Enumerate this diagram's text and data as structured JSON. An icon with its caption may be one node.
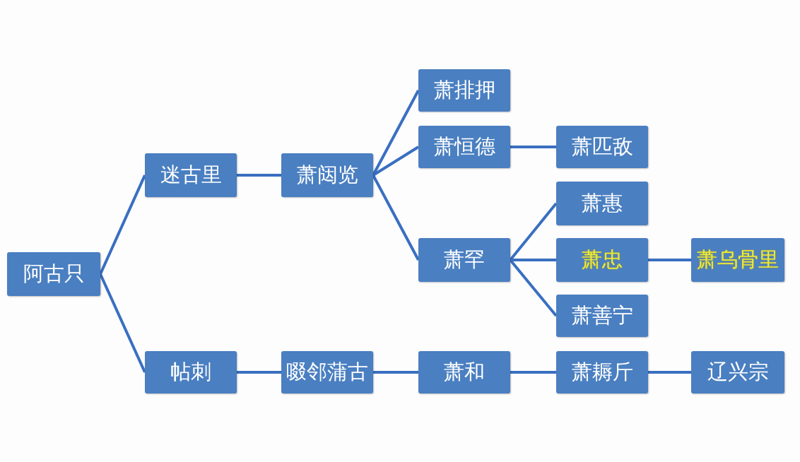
{
  "diagram": {
    "nodes": [
      {
        "text": [
          "阿古只"
        ]
      },
      {
        "text": [
          "迷古里"
        ]
      },
      {
        "text": [
          "萧闼览"
        ]
      },
      {
        "text": [
          "萧排押"
        ]
      },
      {
        "text": [
          "萧恒德"
        ]
      },
      {
        "text": [
          "萧匹敌"
        ]
      },
      {
        "text": [
          "萧罕"
        ]
      },
      {
        "text": [
          "萧惠"
        ]
      },
      {
        "text": [
          "萧忠"
        ]
      },
      {
        "text": [
          "萧乌骨里"
        ]
      },
      {
        "text": [
          "萧善宁"
        ]
      },
      {
        "text": [
          "帖刺"
        ]
      },
      {
        "text": [
          "啜邻蒲古"
        ]
      },
      {
        "text": [
          "萧和"
        ]
      },
      {
        "text": [
          "萧耨斤"
        ]
      },
      {
        "text": [
          "辽兴宗"
        ]
      }
    ],
    "edges": [
      {
        "from": 0,
        "to": 1,
        "arrow": "none"
      },
      {
        "from": 0,
        "to": 11,
        "arrow": "none"
      },
      {
        "from": 1,
        "to": 2,
        "arrow": "none"
      },
      {
        "from": 2,
        "to": 3,
        "arrow": "none"
      },
      {
        "from": 2,
        "to": 4,
        "arrow": "none"
      },
      {
        "from": 4,
        "to": 5,
        "arrow": "none"
      },
      {
        "from": 2,
        "to": 6,
        "arrow": "none"
      },
      {
        "from": 6,
        "to": 7,
        "arrow": "none"
      },
      {
        "from": 6,
        "to": 8,
        "arrow": "none"
      },
      {
        "from": 8,
        "to": 9,
        "arrow": "none"
      },
      {
        "from": 6,
        "to": 10,
        "arrow": "none"
      },
      {
        "from": 11,
        "to": 12,
        "arrow": "none"
      },
      {
        "from": 12,
        "to": 13,
        "arrow": "none"
      },
      {
        "from": 13,
        "to": 14,
        "arrow": "none"
      },
      {
        "from": 14,
        "to": 15,
        "arrow": "none"
      }
    ]
  }
}
